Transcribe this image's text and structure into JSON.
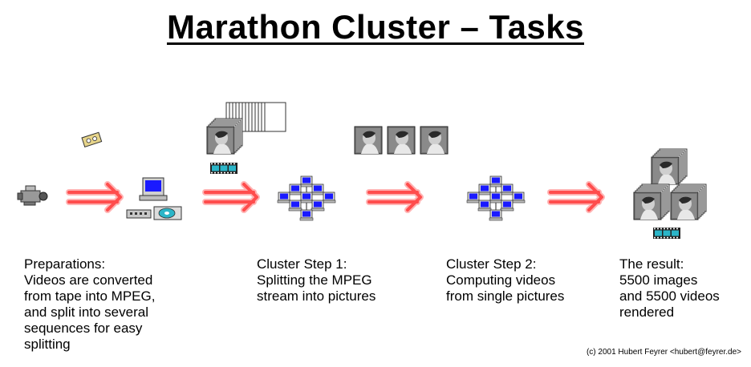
{
  "title": "Marathon Cluster – Tasks",
  "steps": [
    {
      "caption": "Preparations:\nVideos are converted\nfrom tape into MPEG,\nand split into several\nsequences for easy\nsplitting"
    },
    {
      "caption": "Cluster Step 1:\nSplitting the MPEG\nstream into pictures"
    },
    {
      "caption": "Cluster Step 2:\nComputing videos\nfrom single pictures"
    },
    {
      "caption": "The result:\n5500 images\nand 5500 videos\nrendered"
    }
  ],
  "copyright": "(c) 2001 Hubert Feyrer <hubert@feyrer.de>",
  "colors": {
    "arrow": "#ff5555",
    "arrow_glow": "#ffb3b3",
    "node_screen": "#1a1aff",
    "film": "#2bb5c8",
    "photo_bg": "#7a7a7a"
  },
  "icons": [
    "camcorder-icon",
    "tape-cassette-icon",
    "computer-icon",
    "network-cluster-icon",
    "photo-stack-icon",
    "film-strip-icon",
    "photo-icon"
  ]
}
